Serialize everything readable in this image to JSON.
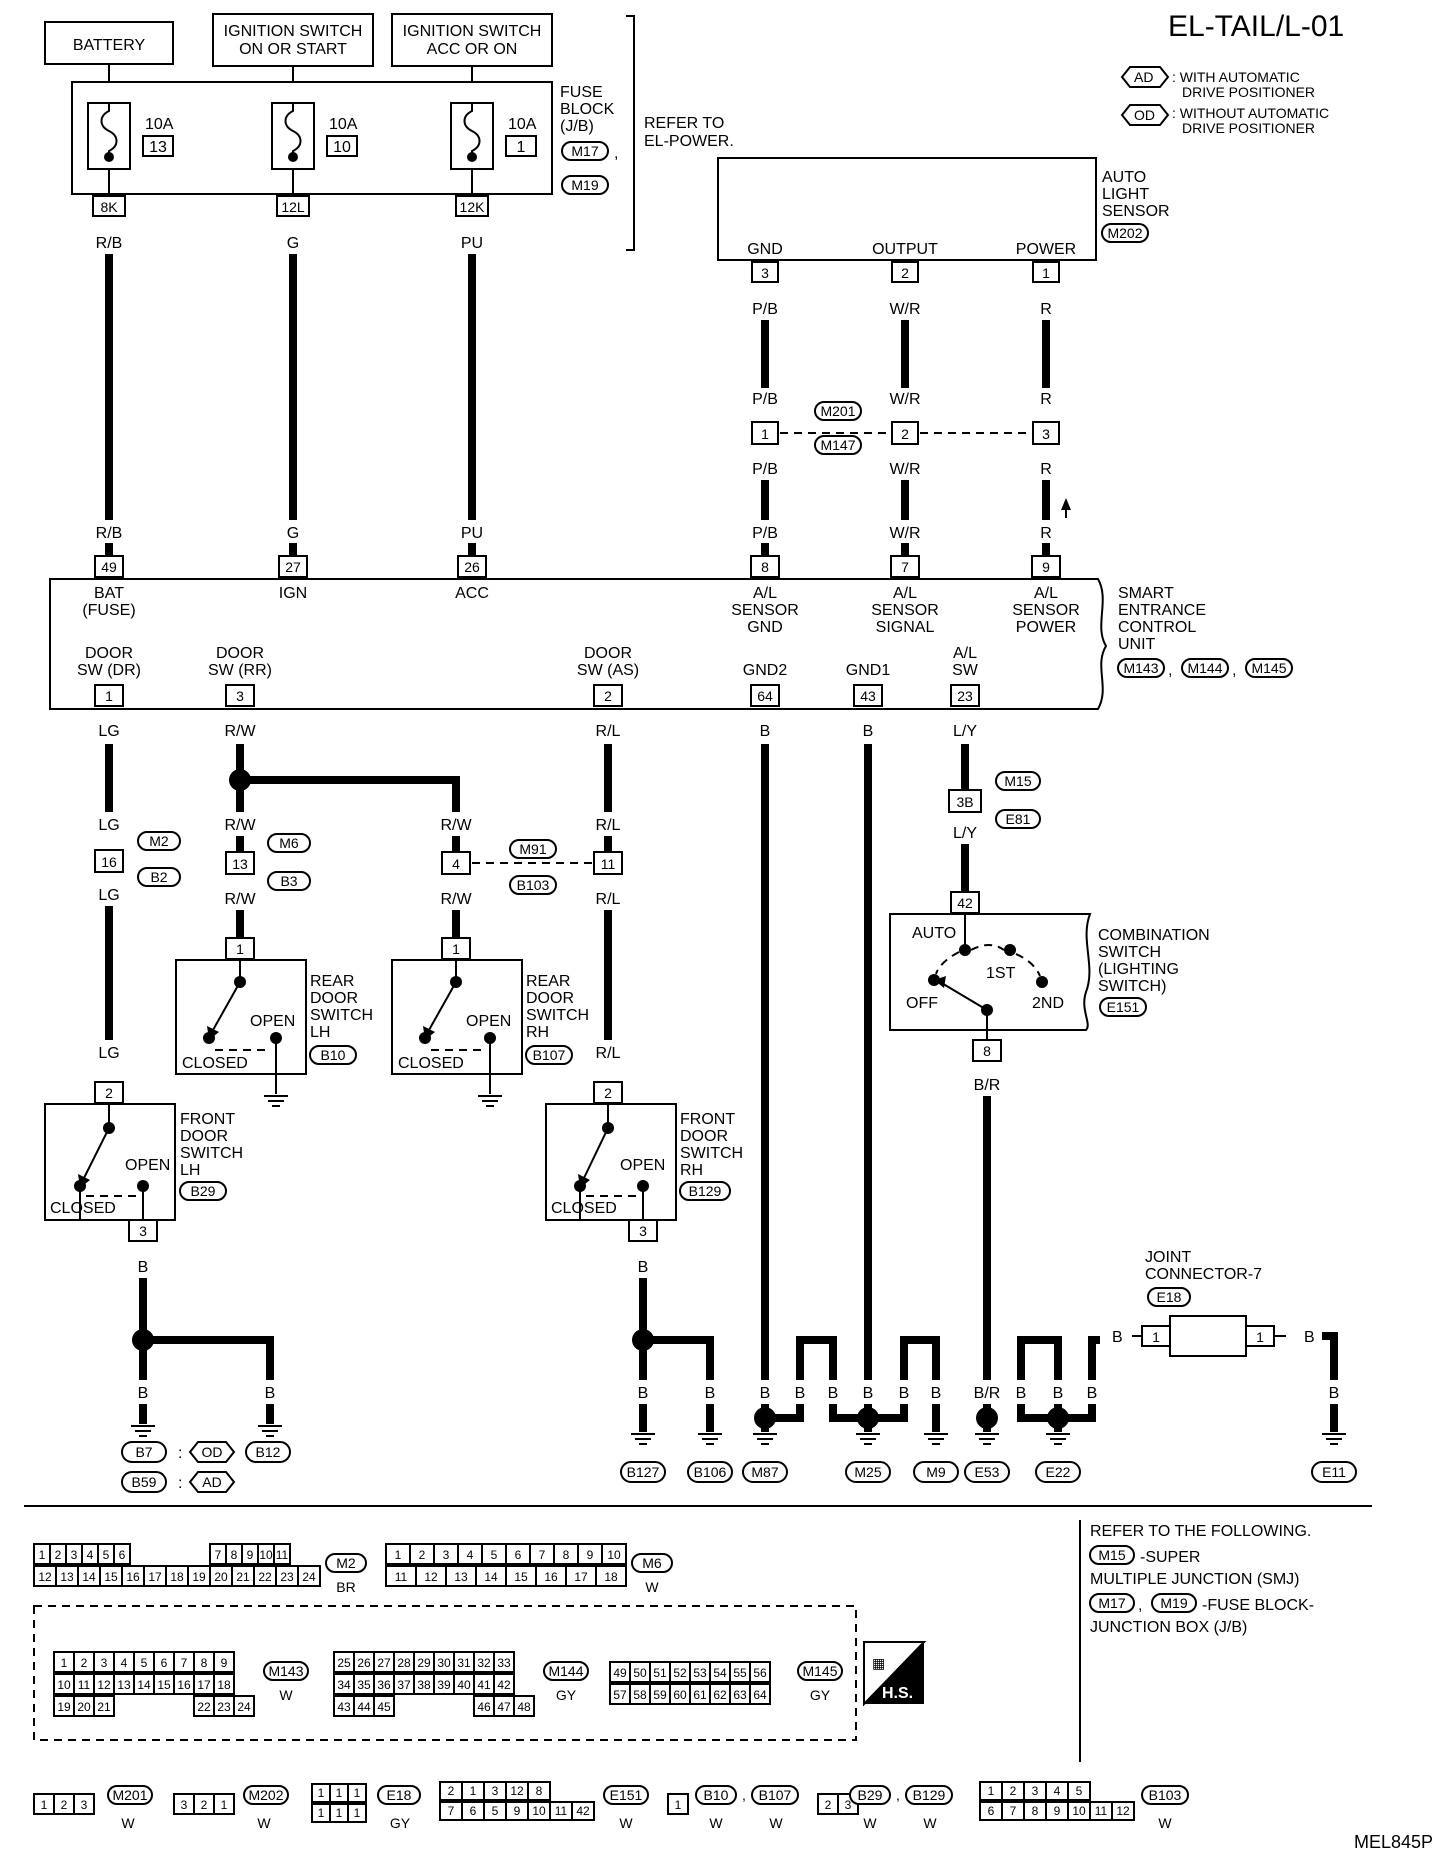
{
  "header": {
    "title": "EL-TAIL/L-01",
    "legend": [
      {
        "code": "AD",
        "text1": ": WITH AUTOMATIC",
        "text2": "DRIVE POSITIONER"
      },
      {
        "code": "OD",
        "text1": ": WITHOUT AUTOMATIC",
        "text2": "DRIVE POSITIONER"
      }
    ]
  },
  "power_sources": [
    {
      "l1": "BATTERY",
      "l2": ""
    },
    {
      "l1": "IGNITION SWITCH",
      "l2": "ON OR START"
    },
    {
      "l1": "IGNITION SWITCH",
      "l2": "ACC OR ON"
    }
  ],
  "fuse_block": {
    "fuses": [
      {
        "amp": "10A",
        "num": "13",
        "conn": "8K",
        "wire": "R/B"
      },
      {
        "amp": "10A",
        "num": "10",
        "conn": "12L",
        "wire": "G"
      },
      {
        "amp": "10A",
        "num": "1",
        "conn": "12K",
        "wire": "PU"
      }
    ],
    "l1": "FUSE",
    "l2": "BLOCK",
    "l3": "(J/B)",
    "refs": [
      "M17",
      ",",
      "M19"
    ],
    "refer1": "REFER TO",
    "refer2": "EL-POWER."
  },
  "sensor": {
    "l1": "AUTO",
    "l2": "LIGHT",
    "l3": "SENSOR",
    "ref": "M202",
    "pins": [
      {
        "name": "GND",
        "num": "3",
        "wire": "P/B"
      },
      {
        "name": "OUTPUT",
        "num": "2",
        "wire": "W/R"
      },
      {
        "name": "POWER",
        "num": "1",
        "wire": "R"
      }
    ],
    "mid": {
      "pins": [
        "1",
        "2",
        "3"
      ],
      "refs": [
        "M201",
        "M147"
      ]
    }
  },
  "secu": {
    "l1": "SMART",
    "l2": "ENTRANCE",
    "l3": "CONTROL",
    "l4": "UNIT",
    "refs": [
      "M143",
      ",",
      "M144",
      ",",
      "M145"
    ],
    "top": [
      {
        "num": "49",
        "wire": "R/B",
        "n1": "BAT",
        "n2": "(FUSE)",
        "n3": ""
      },
      {
        "num": "27",
        "wire": "G",
        "n1": "IGN",
        "n2": "",
        "n3": ""
      },
      {
        "num": "26",
        "wire": "PU",
        "n1": "ACC",
        "n2": "",
        "n3": ""
      },
      {
        "num": "8",
        "wire": "P/B",
        "n1": "A/L",
        "n2": "SENSOR",
        "n3": "GND"
      },
      {
        "num": "7",
        "wire": "W/R",
        "n1": "A/L",
        "n2": "SENSOR",
        "n3": "SIGNAL"
      },
      {
        "num": "9",
        "wire": "R",
        "n1": "A/L",
        "n2": "SENSOR",
        "n3": "POWER"
      }
    ],
    "bottom": [
      {
        "num": "1",
        "wire": "LG",
        "n1": "DOOR",
        "n2": "SW (DR)"
      },
      {
        "num": "3",
        "wire": "R/W",
        "n1": "DOOR",
        "n2": "SW (RR)"
      },
      {
        "num": "2",
        "wire": "R/L",
        "n1": "DOOR",
        "n2": "SW (AS)"
      },
      {
        "num": "64",
        "wire": "B",
        "n1": "",
        "n2": "GND2"
      },
      {
        "num": "43",
        "wire": "B",
        "n1": "",
        "n2": "GND1"
      },
      {
        "num": "23",
        "wire": "L/Y",
        "n1": "A/L",
        "n2": "SW"
      }
    ]
  },
  "connectors": {
    "c16": {
      "num": "16",
      "wire": "LG",
      "refs": [
        "M2",
        "B2"
      ]
    },
    "c13": {
      "num": "13",
      "wire": "R/W",
      "refs": [
        "M6",
        "B3"
      ]
    },
    "c4": {
      "num": "4",
      "wire": "R/W"
    },
    "c11": {
      "num": "11",
      "wire": "R/L"
    },
    "c4_11_refs": [
      "M91",
      "B103"
    ],
    "c3b": {
      "num": "3B",
      "wire": "L/Y",
      "refs": [
        "M15",
        "E81"
      ]
    }
  },
  "switches": {
    "rear_lh": {
      "pin": "1",
      "l1": "REAR",
      "l2": "DOOR",
      "l3": "SWITCH",
      "l4": "LH",
      "ref": "B10",
      "open": "OPEN",
      "closed": "CLOSED"
    },
    "rear_rh": {
      "pin": "1",
      "l1": "REAR",
      "l2": "DOOR",
      "l3": "SWITCH",
      "l4": "RH",
      "ref": "B107",
      "open": "OPEN",
      "closed": "CLOSED"
    },
    "front_lh": {
      "pin_top": "2",
      "pin_bot": "3",
      "wire_top": "LG",
      "wire_bot": "B",
      "l1": "FRONT",
      "l2": "DOOR",
      "l3": "SWITCH",
      "l4": "LH",
      "ref": "B29",
      "open": "OPEN",
      "closed": "CLOSED"
    },
    "front_rh": {
      "pin_top": "2",
      "pin_bot": "3",
      "wire_top": "R/L",
      "wire_bot": "B",
      "l1": "FRONT",
      "l2": "DOOR",
      "l3": "SWITCH",
      "l4": "RH",
      "ref": "B129",
      "open": "OPEN",
      "closed": "CLOSED"
    }
  },
  "combination": {
    "pin_top": "42",
    "pin_bot": "8",
    "wire_bot": "B/R",
    "l1": "COMBINATION",
    "l2": "SWITCH",
    "l3": "(LIGHTING",
    "l4": "SWITCH)",
    "ref": "E151",
    "pos": [
      "AUTO",
      "1ST",
      "2ND",
      "OFF"
    ]
  },
  "joint": {
    "l1": "JOINT",
    "l2": "CONNECTOR-7",
    "ref": "E18",
    "pin": "1",
    "wire": "B"
  },
  "grounds": {
    "b7": "B7",
    "od": "OD",
    "b12": "B12",
    "b59": "B59",
    "ad": "AD",
    "colon": ":",
    "list": [
      "B127",
      "B106",
      "M87",
      "M25",
      "M9",
      "E53",
      "E22",
      "E11"
    ],
    "wires": {
      "b": "B",
      "br": "B/R"
    }
  },
  "refer_box": {
    "title": "REFER TO THE FOLLOWING.",
    "m15": "M15",
    "t1": "-SUPER",
    "t2": "MULTIPLE JUNCTION (SMJ)",
    "m17": "M17",
    "comma": ",",
    "m19": "M19",
    "t3": "-FUSE BLOCK-",
    "t4": "JUNCTION BOX (J/B)"
  },
  "connector_views": {
    "m2": {
      "row1": [
        "1",
        "2",
        "3",
        "4",
        "5",
        "6",
        "7",
        "8",
        "9",
        "10",
        "11"
      ],
      "row2": [
        "12",
        "13",
        "14",
        "15",
        "16",
        "17",
        "18",
        "19",
        "20",
        "21",
        "22",
        "23",
        "24"
      ],
      "ref": "M2",
      "color": "BR"
    },
    "m6": {
      "row1": [
        "1",
        "2",
        "3",
        "4",
        "5",
        "6",
        "7",
        "8",
        "9",
        "10"
      ],
      "row2": [
        "11",
        "12",
        "13",
        "14",
        "15",
        "16",
        "17",
        "18"
      ],
      "ref": "M6",
      "color": "W"
    },
    "m143": {
      "row1": [
        "1",
        "2",
        "3",
        "4",
        "5",
        "6",
        "7",
        "8",
        "9"
      ],
      "row2": [
        "10",
        "11",
        "12",
        "13",
        "14",
        "15",
        "16",
        "17",
        "18"
      ],
      "row3": [
        "19",
        "20",
        "21",
        "22",
        "23",
        "24"
      ],
      "ref": "M143",
      "color": "W"
    },
    "m144": {
      "row1": [
        "25",
        "26",
        "27",
        "28",
        "29",
        "30",
        "31",
        "32",
        "33"
      ],
      "row2": [
        "34",
        "35",
        "36",
        "37",
        "38",
        "39",
        "40",
        "41",
        "42"
      ],
      "row3": [
        "43",
        "44",
        "45",
        "46",
        "47",
        "48"
      ],
      "ref": "M144",
      "color": "GY"
    },
    "m145": {
      "row1": [
        "49",
        "50",
        "51",
        "52",
        "53",
        "54",
        "55",
        "56"
      ],
      "row2": [
        "57",
        "58",
        "59",
        "60",
        "61",
        "62",
        "63",
        "64"
      ],
      "ref": "M145",
      "color": "GY"
    },
    "hs": "H.S.",
    "m201": {
      "pins": [
        "1",
        "2",
        "3"
      ],
      "ref": "M201",
      "color": "W"
    },
    "m202": {
      "pins": [
        "3",
        "2",
        "1"
      ],
      "ref": "M202",
      "color": "W"
    },
    "e18": {
      "pins": [
        "1",
        "1",
        "1",
        "1",
        "1",
        "1"
      ],
      "ref": "E18",
      "color": "GY"
    },
    "e151": {
      "row1": [
        "2",
        "1",
        "3",
        "12",
        "8"
      ],
      "row2": [
        "7",
        "6",
        "5",
        "9",
        "10",
        "11",
        "42"
      ],
      "ref": "E151",
      "color": "W"
    },
    "b10": {
      "pin": "1",
      "ref": "B10",
      "comma": ",",
      "ref2": "B107",
      "color": "W"
    },
    "b29": {
      "pins": [
        "2",
        "3"
      ],
      "ref": "B29",
      "comma": ",",
      "ref2": "B129",
      "color": "W"
    },
    "b103": {
      "row1": [
        "1",
        "2",
        "3",
        "4",
        "5"
      ],
      "row2": [
        "6",
        "7",
        "8",
        "9",
        "10",
        "11",
        "12"
      ],
      "ref": "B103",
      "color": "W"
    }
  },
  "footer_code": "MEL845P"
}
